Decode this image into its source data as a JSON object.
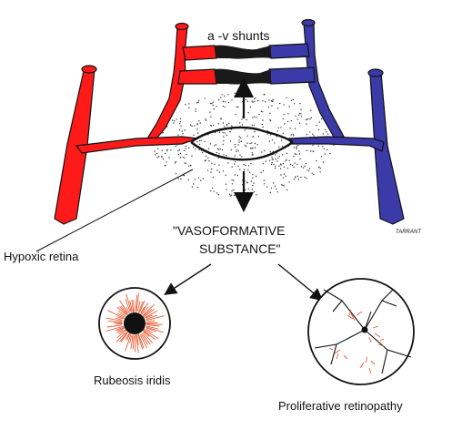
{
  "labels": {
    "shunts": "a -v shunts",
    "substance_line1": "\"VASOFORMATIVE",
    "substance_line2": "SUBSTANCE\"",
    "hypoxic": "Hypoxic retina",
    "rubeosis": "Rubeosis iridis",
    "proliferative": "Proliferative retinopathy",
    "signature": "TARRANT"
  },
  "colors": {
    "artery": "#ff1a1a",
    "vein": "#3a3aa8",
    "shunt_core": "#1a1a1a",
    "ink": "#111111",
    "neovessel": "#e8603a"
  }
}
